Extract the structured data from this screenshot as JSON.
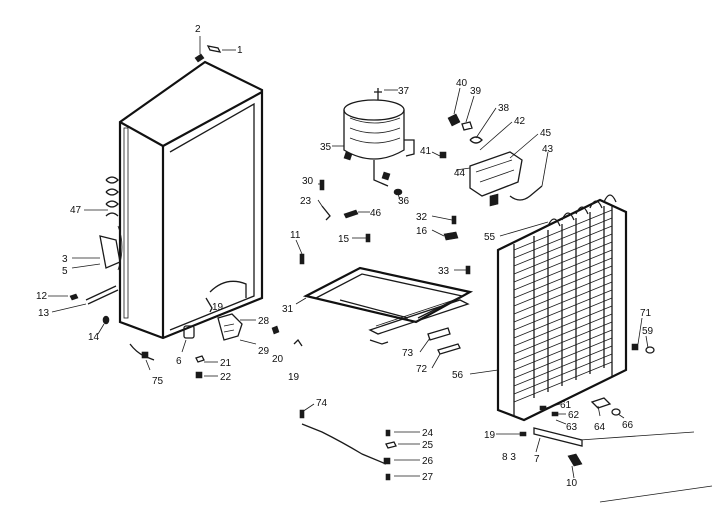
{
  "diagram": {
    "callouts": [
      {
        "id": "c2",
        "text": "2"
      },
      {
        "id": "c1",
        "text": "1"
      },
      {
        "id": "c47",
        "text": "47"
      },
      {
        "id": "c3",
        "text": "3"
      },
      {
        "id": "c5",
        "text": "5"
      },
      {
        "id": "c12",
        "text": "12"
      },
      {
        "id": "c13",
        "text": "13"
      },
      {
        "id": "c14",
        "text": "14"
      },
      {
        "id": "c75",
        "text": "75"
      },
      {
        "id": "c6",
        "text": "6"
      },
      {
        "id": "c19a",
        "text": "19"
      },
      {
        "id": "c28",
        "text": "28"
      },
      {
        "id": "c29",
        "text": "29"
      },
      {
        "id": "c20",
        "text": "20"
      },
      {
        "id": "c19b",
        "text": "19"
      },
      {
        "id": "c21",
        "text": "21"
      },
      {
        "id": "c22",
        "text": "22"
      },
      {
        "id": "c37",
        "text": "37"
      },
      {
        "id": "c35",
        "text": "35"
      },
      {
        "id": "c30",
        "text": "30"
      },
      {
        "id": "c23",
        "text": "23"
      },
      {
        "id": "c36",
        "text": "36"
      },
      {
        "id": "c46",
        "text": "46"
      },
      {
        "id": "c11",
        "text": "11"
      },
      {
        "id": "c15",
        "text": "15"
      },
      {
        "id": "c31",
        "text": "31"
      },
      {
        "id": "c40",
        "text": "40"
      },
      {
        "id": "c39",
        "text": "39"
      },
      {
        "id": "c38",
        "text": "38"
      },
      {
        "id": "c42",
        "text": "42"
      },
      {
        "id": "c45",
        "text": "45"
      },
      {
        "id": "c41",
        "text": "41"
      },
      {
        "id": "c44",
        "text": "44"
      },
      {
        "id": "c43",
        "text": "43"
      },
      {
        "id": "c32",
        "text": "32"
      },
      {
        "id": "c16",
        "text": "16"
      },
      {
        "id": "c55",
        "text": "55"
      },
      {
        "id": "c33",
        "text": "33"
      },
      {
        "id": "c73",
        "text": "73"
      },
      {
        "id": "c72",
        "text": "72"
      },
      {
        "id": "c71",
        "text": "71"
      },
      {
        "id": "c59",
        "text": "59"
      },
      {
        "id": "c56",
        "text": "56"
      },
      {
        "id": "c61",
        "text": "61"
      },
      {
        "id": "c62",
        "text": "62"
      },
      {
        "id": "c63",
        "text": "63"
      },
      {
        "id": "c64",
        "text": "64"
      },
      {
        "id": "c66",
        "text": "66"
      },
      {
        "id": "c19c",
        "text": "19"
      },
      {
        "id": "c83",
        "text": "8 3"
      },
      {
        "id": "c7",
        "text": "7"
      },
      {
        "id": "c10",
        "text": "10"
      },
      {
        "id": "c74",
        "text": "74"
      },
      {
        "id": "c24",
        "text": "24"
      },
      {
        "id": "c25",
        "text": "25"
      },
      {
        "id": "c26",
        "text": "26"
      },
      {
        "id": "c27",
        "text": "27"
      }
    ]
  },
  "style": {
    "ink_color": "#1a1a1a",
    "background": "#ffffff"
  }
}
